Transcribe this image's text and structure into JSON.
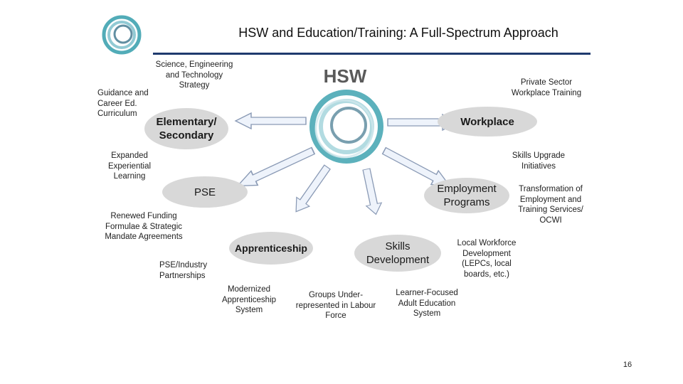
{
  "title": "HSW and Education/Training: A Full-Spectrum Approach",
  "center_label": "HSW",
  "nodes": {
    "elementary": "Elementary/ Secondary",
    "workplace": "Workplace",
    "pse": "PSE",
    "employment": "Employment Programs",
    "apprenticeship": "Apprenticeship",
    "skills": "Skills Development"
  },
  "notes": {
    "science": "Science, Engineering and Technology Strategy",
    "guidance": "Guidance and Career Ed. Curriculum",
    "private": "Private Sector Workplace Training",
    "expanded": "Expanded Experiential Learning",
    "skills_upgrade": "Skills Upgrade Initiatives",
    "transformation": "Transformation of Employment and Training Services/ OCWI",
    "renewed": "Renewed Funding Formulae & Strategic Mandate Agreements",
    "pse_industry": "PSE/Industry Partnerships",
    "local_workforce": "Local Workforce Development (LEPCs, local boards, etc.)",
    "modernized": "Modernized Apprenticeship System",
    "groups": "Groups Under-represented in Labour Force",
    "learner": "Learner-Focused Adult Education System"
  },
  "page_number": "16",
  "colors": {
    "rule": "#1f3a6e",
    "oval_fill": "#d8d8d8",
    "ring_teal": "#3fa3b0",
    "arrow_fill": "#eef3fb",
    "arrow_stroke": "#8a9ab5"
  },
  "icons": {
    "logo": "ring-logo-icon",
    "center": "ring-emblem-icon"
  }
}
